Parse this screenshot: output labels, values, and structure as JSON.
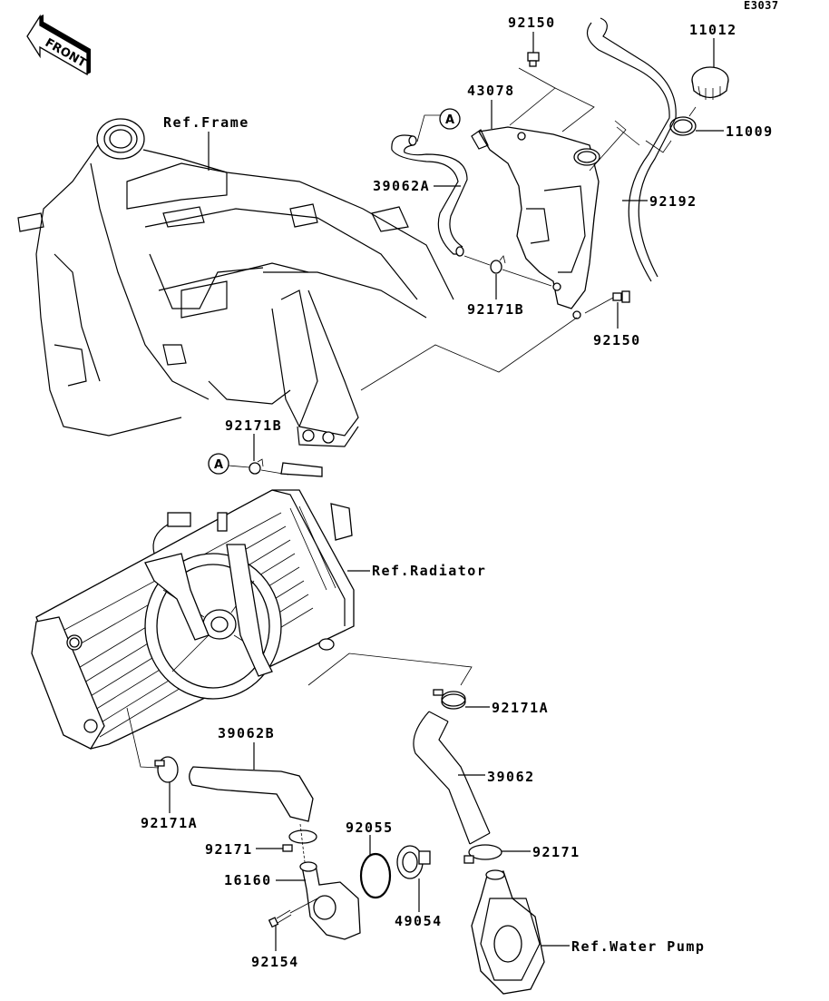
{
  "diagram": {
    "code": "E3037",
    "front_indicator": "FRONT",
    "references": {
      "frame": "Ref.Frame",
      "radiator": "Ref.Radiator",
      "water_pump": "Ref.Water Pump"
    },
    "connector_marker": "A",
    "parts": {
      "bolt_top": "92150",
      "cap": "11012",
      "tank": "43078",
      "gasket_cap": "11009",
      "hose_a": "39062A",
      "overflow_hose": "92192",
      "clamp_b_top": "92171B",
      "bolt_tank": "92150",
      "clamp_b_radiator": "92171B",
      "clamp_a_right": "92171A",
      "hose_b": "39062B",
      "hose_main": "39062",
      "clamp_a_left": "92171A",
      "o_ring": "92055",
      "clamp_left": "92171",
      "clamp_right": "92171",
      "thermostat_housing": "16160",
      "thermostat": "49054",
      "bolt_housing": "92154"
    }
  }
}
